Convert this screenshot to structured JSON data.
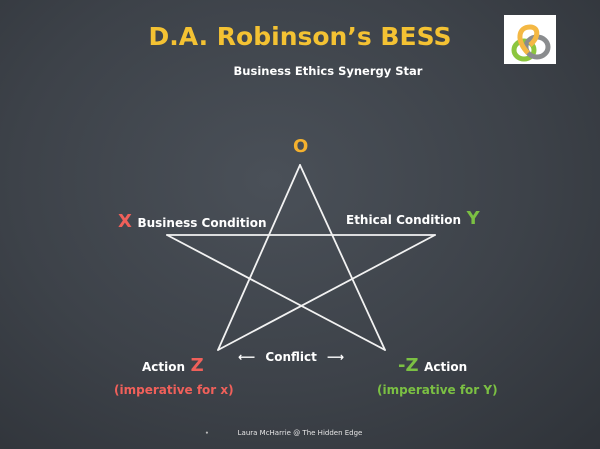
{
  "title": "D.A. Robinson’s BESS",
  "subtitle": "Business Ethics Synergy Star",
  "logo": {
    "icon": "interlocking-rings-logo",
    "colors": [
      "#f4b844",
      "#8a8c8e",
      "#8cc63e"
    ]
  },
  "star": {
    "top": {
      "letter": "O"
    },
    "left": {
      "letter": "X",
      "label": "Business Condition"
    },
    "right": {
      "label": "Ethical Condition",
      "letter": "Y"
    },
    "bottom_left": {
      "label": "Action",
      "letter": "Z",
      "note": "(imperative for x)"
    },
    "bottom_right": {
      "letter": "-Z",
      "label": "Action",
      "note": "(imperative for Y)"
    },
    "conflict": {
      "label": "Conflict",
      "left_arrow": "⟵",
      "right_arrow": "⟶"
    }
  },
  "footer": {
    "credit": "Laura McHarrie @ The Hidden Edge",
    "bullet": "•"
  },
  "colors": {
    "title": "#f4c233",
    "x": "#f0605a",
    "y": "#7bc043",
    "o": "#f4b12e",
    "line": "#ffffff"
  }
}
